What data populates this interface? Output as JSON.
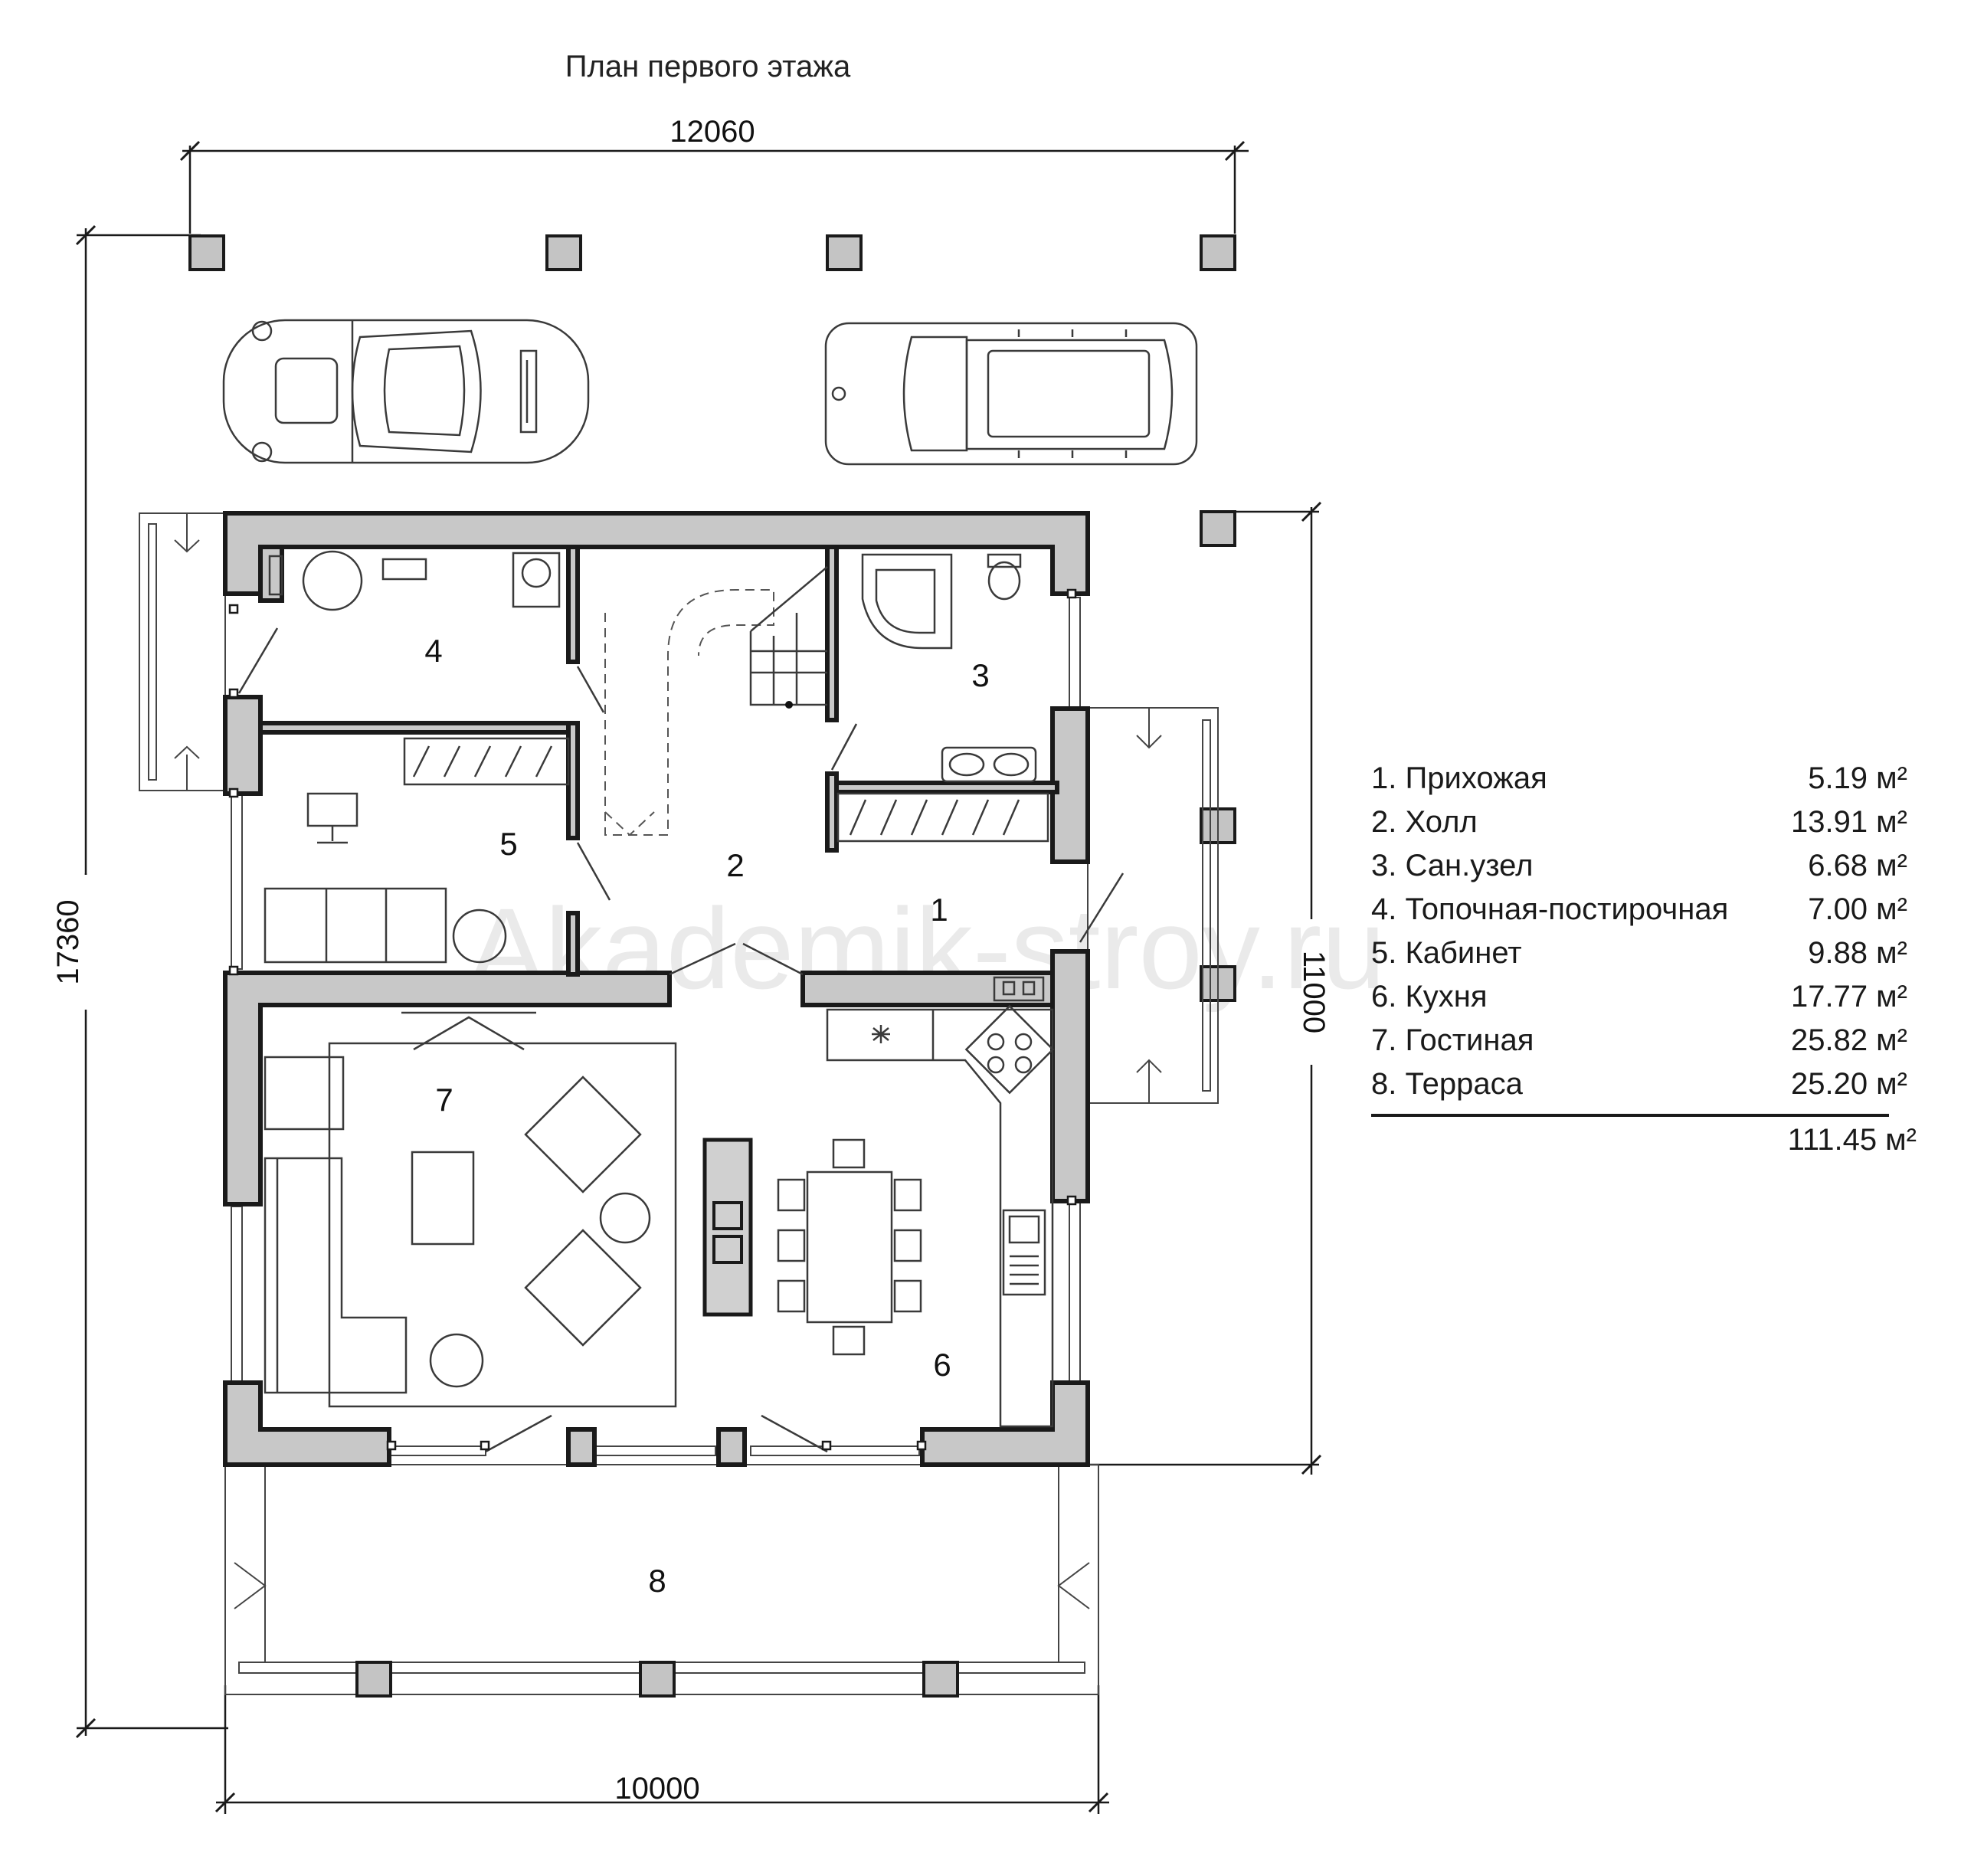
{
  "title": "План первого этажа",
  "dimensions": {
    "top": "12060",
    "left": "17360",
    "right": "11000",
    "bottom": "10000"
  },
  "rooms": [
    {
      "no": "1",
      "name": "Прихожая",
      "area": "5.19 м²"
    },
    {
      "no": "2",
      "name": "Холл",
      "area": "13.91 м²"
    },
    {
      "no": "3",
      "name": "Сан.узел",
      "area": "6.68 м²"
    },
    {
      "no": "4",
      "name": "Топочная-постирочная",
      "area": "7.00 м²"
    },
    {
      "no": "5",
      "name": "Кабинет",
      "area": "9.88 м²"
    },
    {
      "no": "6",
      "name": "Кухня",
      "area": "17.77 м²"
    },
    {
      "no": "7",
      "name": "Гостиная",
      "area": "25.82 м²"
    },
    {
      "no": "8",
      "name": "Терраса",
      "area": "25.20 м²"
    }
  ],
  "legend_rows": [
    {
      "label": "1. Прихожая",
      "area": "5.19 м²"
    },
    {
      "label": "2. Холл",
      "area": "13.91 м²"
    },
    {
      "label": "3. Сан.узел",
      "area": "6.68 м²"
    },
    {
      "label": "4. Топочная-постирочная",
      "area": "7.00 м²"
    },
    {
      "label": "5. Кабинет",
      "area": "9.88 м²"
    },
    {
      "label": "6. Кухня",
      "area": "17.77 м²"
    },
    {
      "label": "7. Гостиная",
      "area": "25.82 м²"
    },
    {
      "label": "8. Терраса",
      "area": "25.20 м²"
    }
  ],
  "total_area": "111.45 м²",
  "watermark": "Akademik-stroy.ru",
  "colors": {
    "wall_fill": "#c8c8c8",
    "line": "#1a1a1a",
    "background": "#ffffff"
  }
}
